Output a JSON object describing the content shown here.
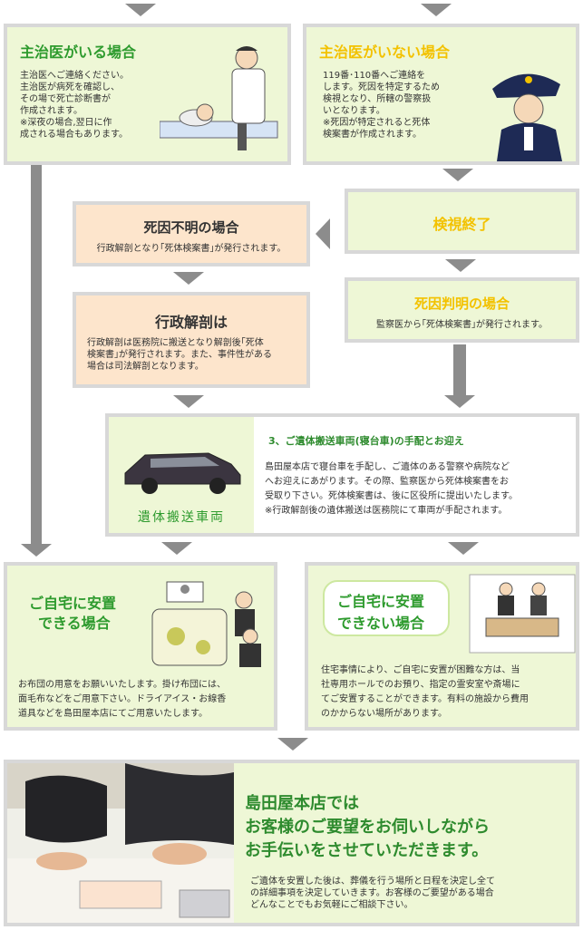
{
  "with_doctor": {
    "title": "主治医がいる場合",
    "text": "主治医へご連絡ください。\n主治医が病死を確認し、\nその場で死亡診断書が\n作成されます。\n※深夜の場合,翌日に作\n成される場合もあります。"
  },
  "without_doctor": {
    "title": "主治医がいない場合",
    "text": "119番･110番へご連絡を\nします。死因を特定するため\n検視となり、所轄の警察扱\nいとなります。\n※死因が特定されると死体\n検案書が作成されます。"
  },
  "inspection_end": {
    "title": "検視終了"
  },
  "unknown_cause": {
    "title": "死因不明の場合",
    "text": "行政解剖となり｢死体検案書｣が発行されます。"
  },
  "admin_autopsy": {
    "title": "行政解剖は",
    "text": "行政解剖は医務院に搬送となり解剖後｢死体\n検案書｣が発行されます。また、事件性がある\n場合は司法解剖となります。"
  },
  "known_cause": {
    "title": "死因判明の場合",
    "text": "監察医から｢死体検案書｣が発行されます。"
  },
  "transport": {
    "heading": "3、ご遺体搬送車両(寝台車)の手配とお迎え",
    "text": "島田屋本店で寝台車を手配し、ご遺体のある警察や病院など\nへお迎えにあがります。その際、監察医から死体検案書をお\n受取り下さい。死体検案書は、後に区役所に提出いたします。\n※行政解剖後の遺体搬送は医務院にて車両が手配されます。",
    "vehicle_label": "遺体搬送車両"
  },
  "home_ok": {
    "title_line1": "ご自宅に安置",
    "title_line2": "できる場合",
    "text": "お布団の用意をお願いいたします。掛け布団には、\n面毛布などをご用意下さい。ドライアイス・お線香\n道具などを島田屋本店にてご用意いたします。"
  },
  "home_ng": {
    "title_line1": "ご自宅に安置",
    "title_line2": "できない場合",
    "text": "住宅事情により、ご自宅に安置が困難な方は、当\n社専用ホールでのお預り、指定の霊安室や斎場に\nてご安置することができます。有料の施設から費用\nのかからない場所があります。"
  },
  "final": {
    "line1": "島田屋本店では",
    "line2": "お客様のご要望をお伺いしながら",
    "line3": "お手伝いをさせていただきます。",
    "text": "ご遺体を安置した後は、葬儀を行う場所と日程を決定し全て\nの詳細事項を決定していきます。お客様のご要望がある場合\nどんなことでもお気軽にご相談下さい。"
  },
  "colors": {
    "green_title": "#2e9b2e",
    "gold_title": "#f3c200",
    "box_green": "#eef7d6",
    "box_peach": "#fde5cc",
    "final_title": "#2e8b2e"
  }
}
